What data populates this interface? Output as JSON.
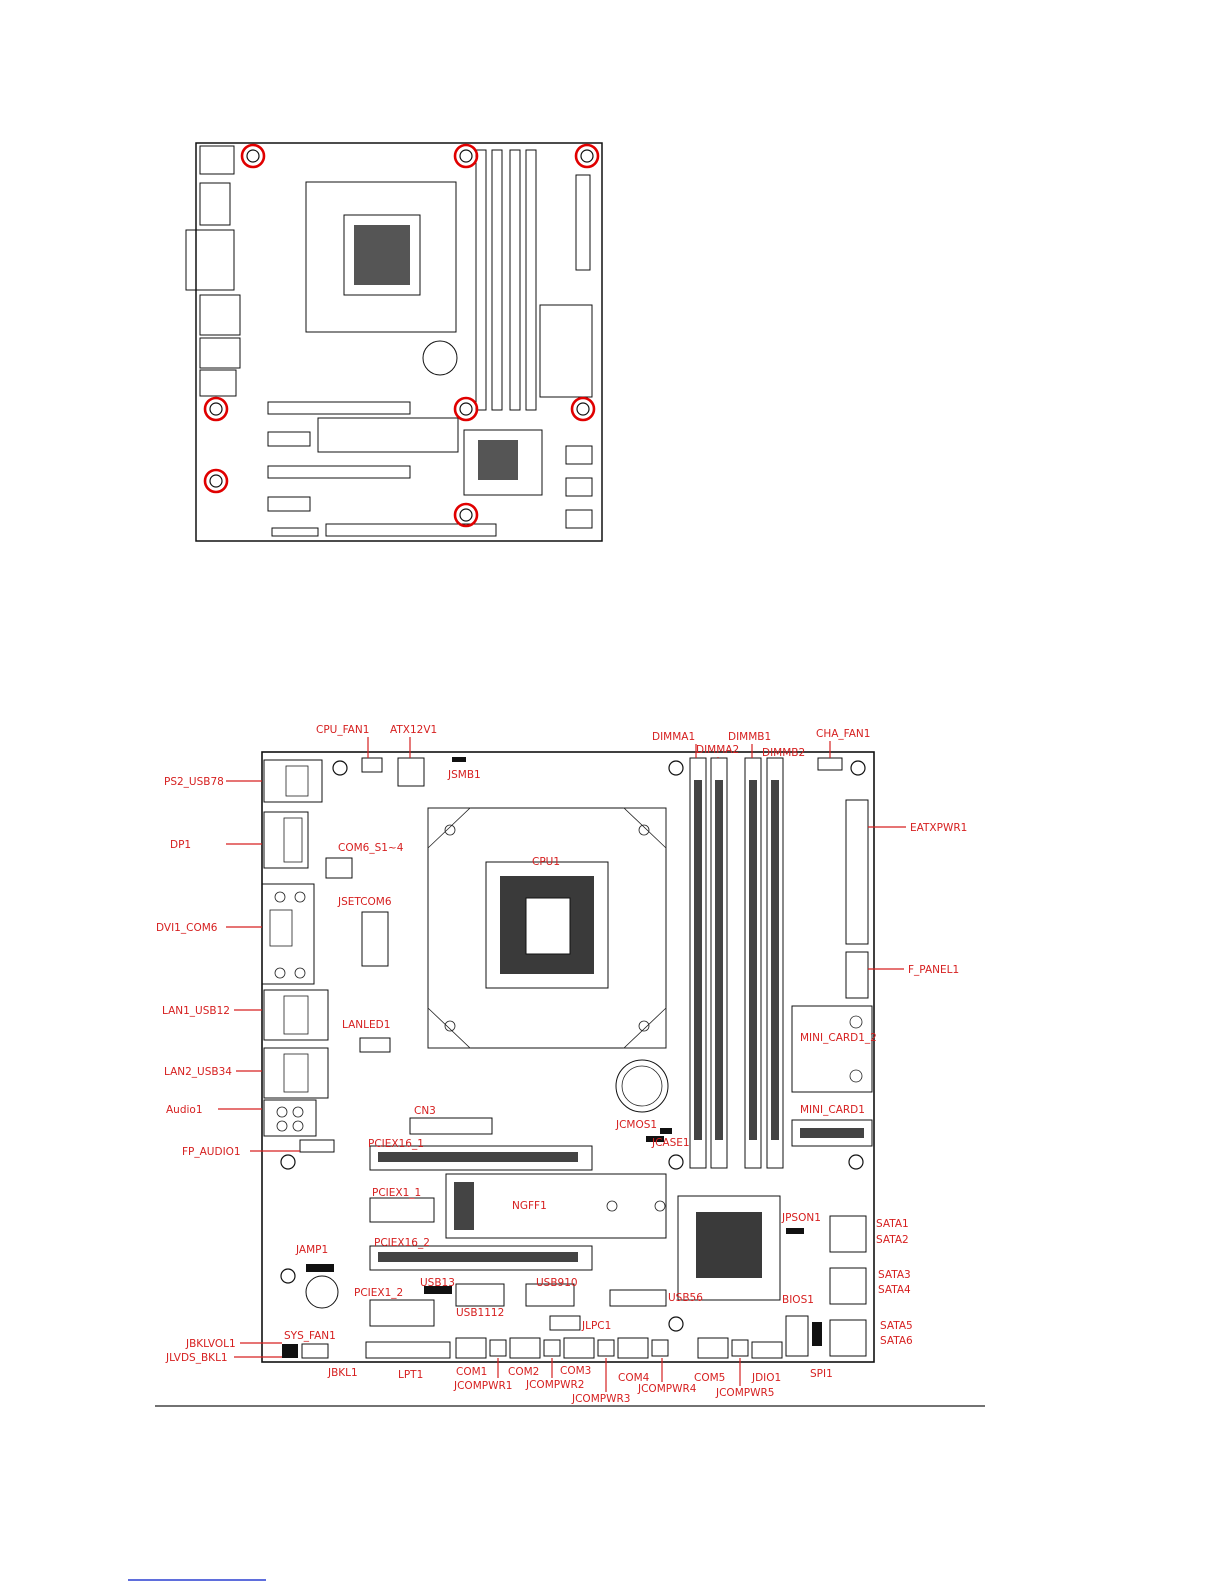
{
  "diagram": {
    "layout_labels": [
      "PS2_USB78",
      "DP1",
      "DVI1_COM6",
      "LAN1_USB12",
      "LAN2_USB34",
      "Audio1",
      "FP_AUDIO1",
      "JBKLVOL1",
      "JLVDS_BKL1",
      "CPU_FAN1",
      "ATX12V1",
      "JSMB1",
      "COM6_S1~4",
      "JSETCOM6",
      "CPU1",
      "LANLED1",
      "CN3",
      "PCIEX16_1",
      "PCIEX1_1",
      "NGFF1",
      "PCIEX16_2",
      "JAMP1",
      "PCIEX1_2",
      "USB13",
      "USB910",
      "USB1112",
      "USB56",
      "SYS_FAN1",
      "JBKL1",
      "LPT1",
      "JLPC1",
      "COM1",
      "JCOMPWR1",
      "COM2",
      "JCOMPWR2",
      "COM3",
      "JCOMPWR3",
      "COM4",
      "JCOMPWR4",
      "COM5",
      "JCOMPWR5",
      "JDIO1",
      "SPI1",
      "BIOS1",
      "DIMMA1",
      "DIMMA2",
      "DIMMB1",
      "DIMMB2",
      "CHA_FAN1",
      "EATXPWR1",
      "F_PANEL1",
      "MINI_CARD1_2",
      "MINI_CARD1",
      "JCMOS1",
      "JCASE1",
      "JPSON1",
      "SATA1",
      "SATA2",
      "SATA3",
      "SATA4",
      "SATA5",
      "SATA6"
    ]
  },
  "colors": {
    "accent": "#e00000",
    "label": "#d62020",
    "line": "#111111"
  }
}
